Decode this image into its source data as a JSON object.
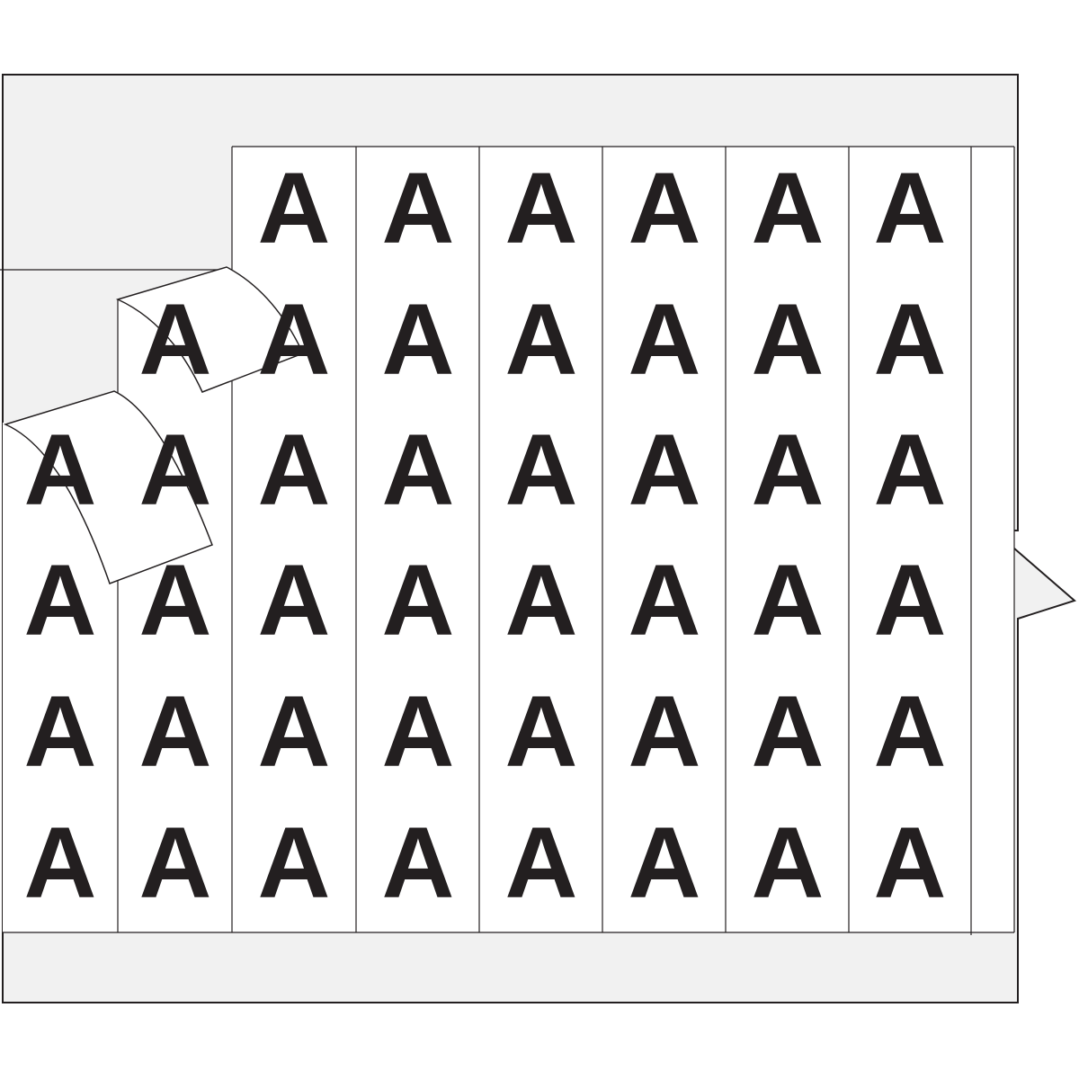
{
  "sheet": {
    "label_character": "A",
    "columns": 8,
    "rows": 6,
    "peeled_labels": 2
  },
  "colors": {
    "backing": "#f1f1f1",
    "label": "#ffffff",
    "outline": "#231f20",
    "character": "#231f20"
  }
}
